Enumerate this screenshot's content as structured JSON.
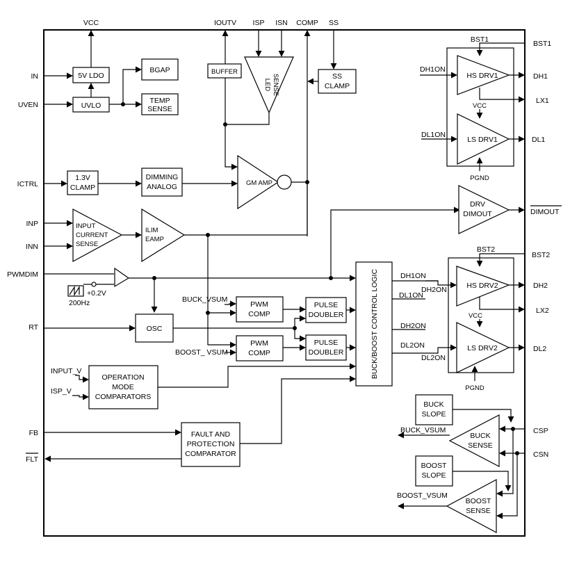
{
  "pins": {
    "vcc": "VCC",
    "ioutv": "IOUTV",
    "isp": "ISP",
    "isn": "ISN",
    "comp": "COMP",
    "ss": "SS",
    "in": "IN",
    "uven": "UVEN",
    "ictrl": "ICTRL",
    "inp": "INP",
    "inn": "INN",
    "pwmdim": "PWMDIM",
    "rt": "RT",
    "fb": "FB",
    "flt": "FLT",
    "bst1": "BST1",
    "dh1": "DH1",
    "lx1": "LX1",
    "dl1": "DL1",
    "dimout": "DIMOUT",
    "bst2": "BST2",
    "dh2": "DH2",
    "lx2": "LX2",
    "dl2": "DL2",
    "csp": "CSP",
    "csn": "CSN"
  },
  "blocks": {
    "ldo": "5V LDO",
    "bgap": "BGAP",
    "uvlo": "UVLO",
    "temp": [
      "TEMP",
      "SENSE"
    ],
    "buffer": "BUFFER",
    "led_sense": [
      "LED",
      "SENSE"
    ],
    "ss_clamp": [
      "SS",
      "CLAMP"
    ],
    "clamp": [
      "1.3V",
      "CLAMP"
    ],
    "dimming": [
      "DIMMING",
      "ANALOG"
    ],
    "gm_amp": "GM AMP",
    "input_sense": [
      "INPUT",
      "CURRENT",
      "SENSE"
    ],
    "ilim": [
      "ILIM",
      "EAMP"
    ],
    "osc": "OSC",
    "pwm_comp_1": [
      "PWM",
      "COMP"
    ],
    "pwm_comp_2": [
      "PWM",
      "COMP"
    ],
    "pulse_doubler_1": [
      "PULSE",
      "DOUBLER"
    ],
    "pulse_doubler_2": [
      "PULSE",
      "DOUBLER"
    ],
    "control_logic": "BUCK/BOOST CONTROL LOGIC",
    "op_mode": [
      "OPERATION",
      "MODE",
      "COMPARATORS"
    ],
    "fault": [
      "FAULT AND",
      "PROTECTION",
      "COMPARATOR"
    ],
    "hs_drv1": "HS DRV1",
    "ls_drv1": "LS DRV1",
    "hs_drv2": "HS DRV2",
    "ls_drv2": "LS DRV2",
    "drv_dimout": [
      "DRV",
      "DIMOUT"
    ],
    "buck_slope": [
      "BUCK",
      "SLOPE"
    ],
    "boost_slope": [
      "BOOST",
      "SLOPE"
    ],
    "buck_sense": [
      "BUCK",
      "SENSE"
    ],
    "boost_sense": [
      "BOOST",
      "SENSE"
    ]
  },
  "nets": {
    "dh1on": "DH1ON",
    "dl1on": "DL1ON",
    "dh2on": "DH2ON",
    "dl2on": "DL2ON",
    "vcc": "VCC",
    "pgnd": "PGND",
    "buck_vsum": "BUCK_VSUM",
    "boost_vsum": "BOOST_ VSUM",
    "buck_vsum_out": "BUCK_VSUM",
    "boost_vsum_out": "BOOST_VSUM",
    "input_v": "INPUT_V",
    "isp_v": "ISP_V",
    "offset": "+0.2V",
    "freq": "200Hz"
  }
}
